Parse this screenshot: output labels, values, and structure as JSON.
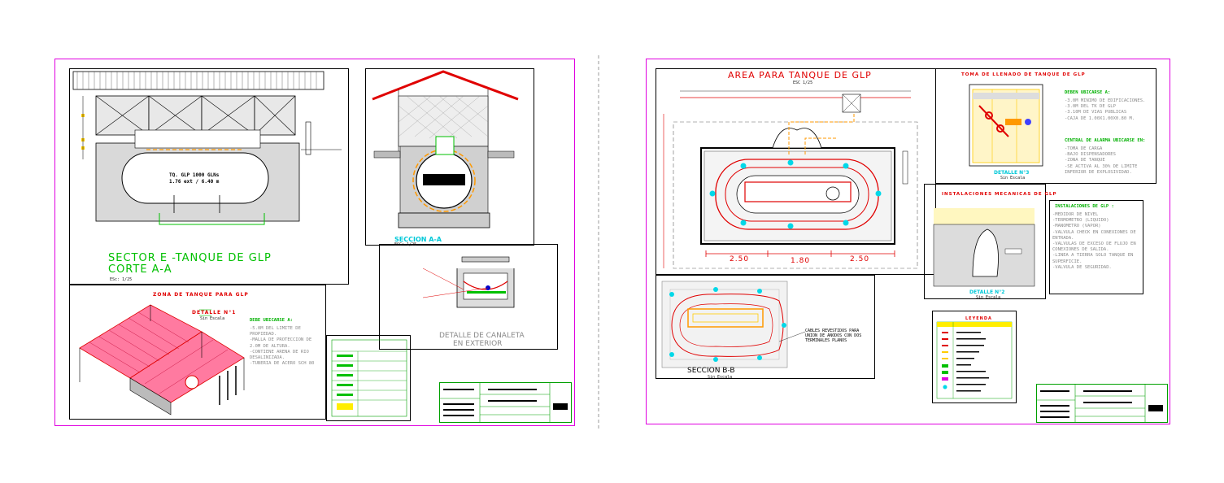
{
  "sheet1": {
    "sector_title_line1": "SECTOR E -TANQUE DE GLP",
    "sector_title_line2": "CORTE A-A",
    "scale_sector": "ESc: 1/25",
    "tank_label_1": "TQ. GLP 1000 GLNs",
    "tank_label_2": "1.76 ext / 6.40 m",
    "seccion_aa": "SECCION A-A",
    "seccion_aa_scale": "ESC: 1/25",
    "zona_title": "ZONA DE TANQUE PARA GLP",
    "detalle1": "DETALLE N°1",
    "detalle1_scale": "Sin Escala",
    "debe_title": "DEBE UBICARSE A:",
    "debe_items": [
      "-5.0M DEL LIMITE DE PROPIEDAD.",
      "-MALLA DE PROTECCION DE 2.0M DE ALTURA.",
      "-CONTIENE ARENA DE RIO DESALINIZADA.",
      "-TUBERIA DE ACERO SCH 80"
    ],
    "canaleta_title_1": "DETALLE DE CANALETA",
    "canaleta_title_2": "EN EXTERIOR"
  },
  "sheet2": {
    "area_title": "AREA PARA TANQUE DE GLP",
    "area_scale": "ESC 1/25",
    "dims": [
      "2.50",
      "1.80",
      "2.50"
    ],
    "seccion_bb": "SECCION B-B",
    "seccion_bb_scale": "Sin Escala",
    "cables_note": "CABLES REVESTIDOS PARA UNION DE ANODOS CON DOS TERMINALES PLANOS",
    "toma_title": "TOMA DE LLENADO DE TANQUE DE GLP",
    "toma_debe_title": "DEBEN UBICARSE A:",
    "toma_debe_items": [
      "-3.0M MINIMO DE EDIFICACIONES.",
      "-3.0M DEL TK DE GLP",
      "-3.10M DE VIAS PUBLICAS",
      "-CAJA DE 1.00X1.00X0.80 M."
    ],
    "central_title": "CENTRAL DE ALARMA UBICARSE EN:",
    "central_items": [
      "-TOMA DE CARGA",
      "-BAJO DISPENSADORES",
      "-ZONA DE TANQUE",
      "-SE ACTIVA AL 30% DE LIMITE INFERIOR DE EXPLOSIVIDAD."
    ],
    "detalle3": "DETALLE N°3",
    "detalle3_scale": "Sin Escala",
    "inst_title": "INSTALACIONES MECANICAS DE GLP",
    "inst_list_title": "INSTALACIONES DE GLP :",
    "inst_items": [
      "-MEDIDOR DE NIVEL",
      "-TERMOMETRO (LIQUIDO)",
      "-MANOMETRO (VAPOR)",
      "-VALVULA CHECK EN CONEXIONES DE ENTRADA.",
      "-VALVULAS DE EXCESO DE FLUJO EN CONEXIONES DE SALIDA.",
      "-LINEA A TIERRA SOLO TANQUE EN SUPERFICIE.",
      "-VALVULA DE SEGURIDAD."
    ],
    "detalle2": "DETALLE N°2",
    "detalle2_scale": "Sin Escala",
    "leyenda_title": "LEYENDA"
  },
  "colors": {
    "sheet_border": "#e000e0",
    "accent_red": "#e00000",
    "accent_green": "#00c000",
    "accent_cyan": "#00c8d8",
    "orange": "#ff9900",
    "gray_text": "#8a8a8a"
  }
}
